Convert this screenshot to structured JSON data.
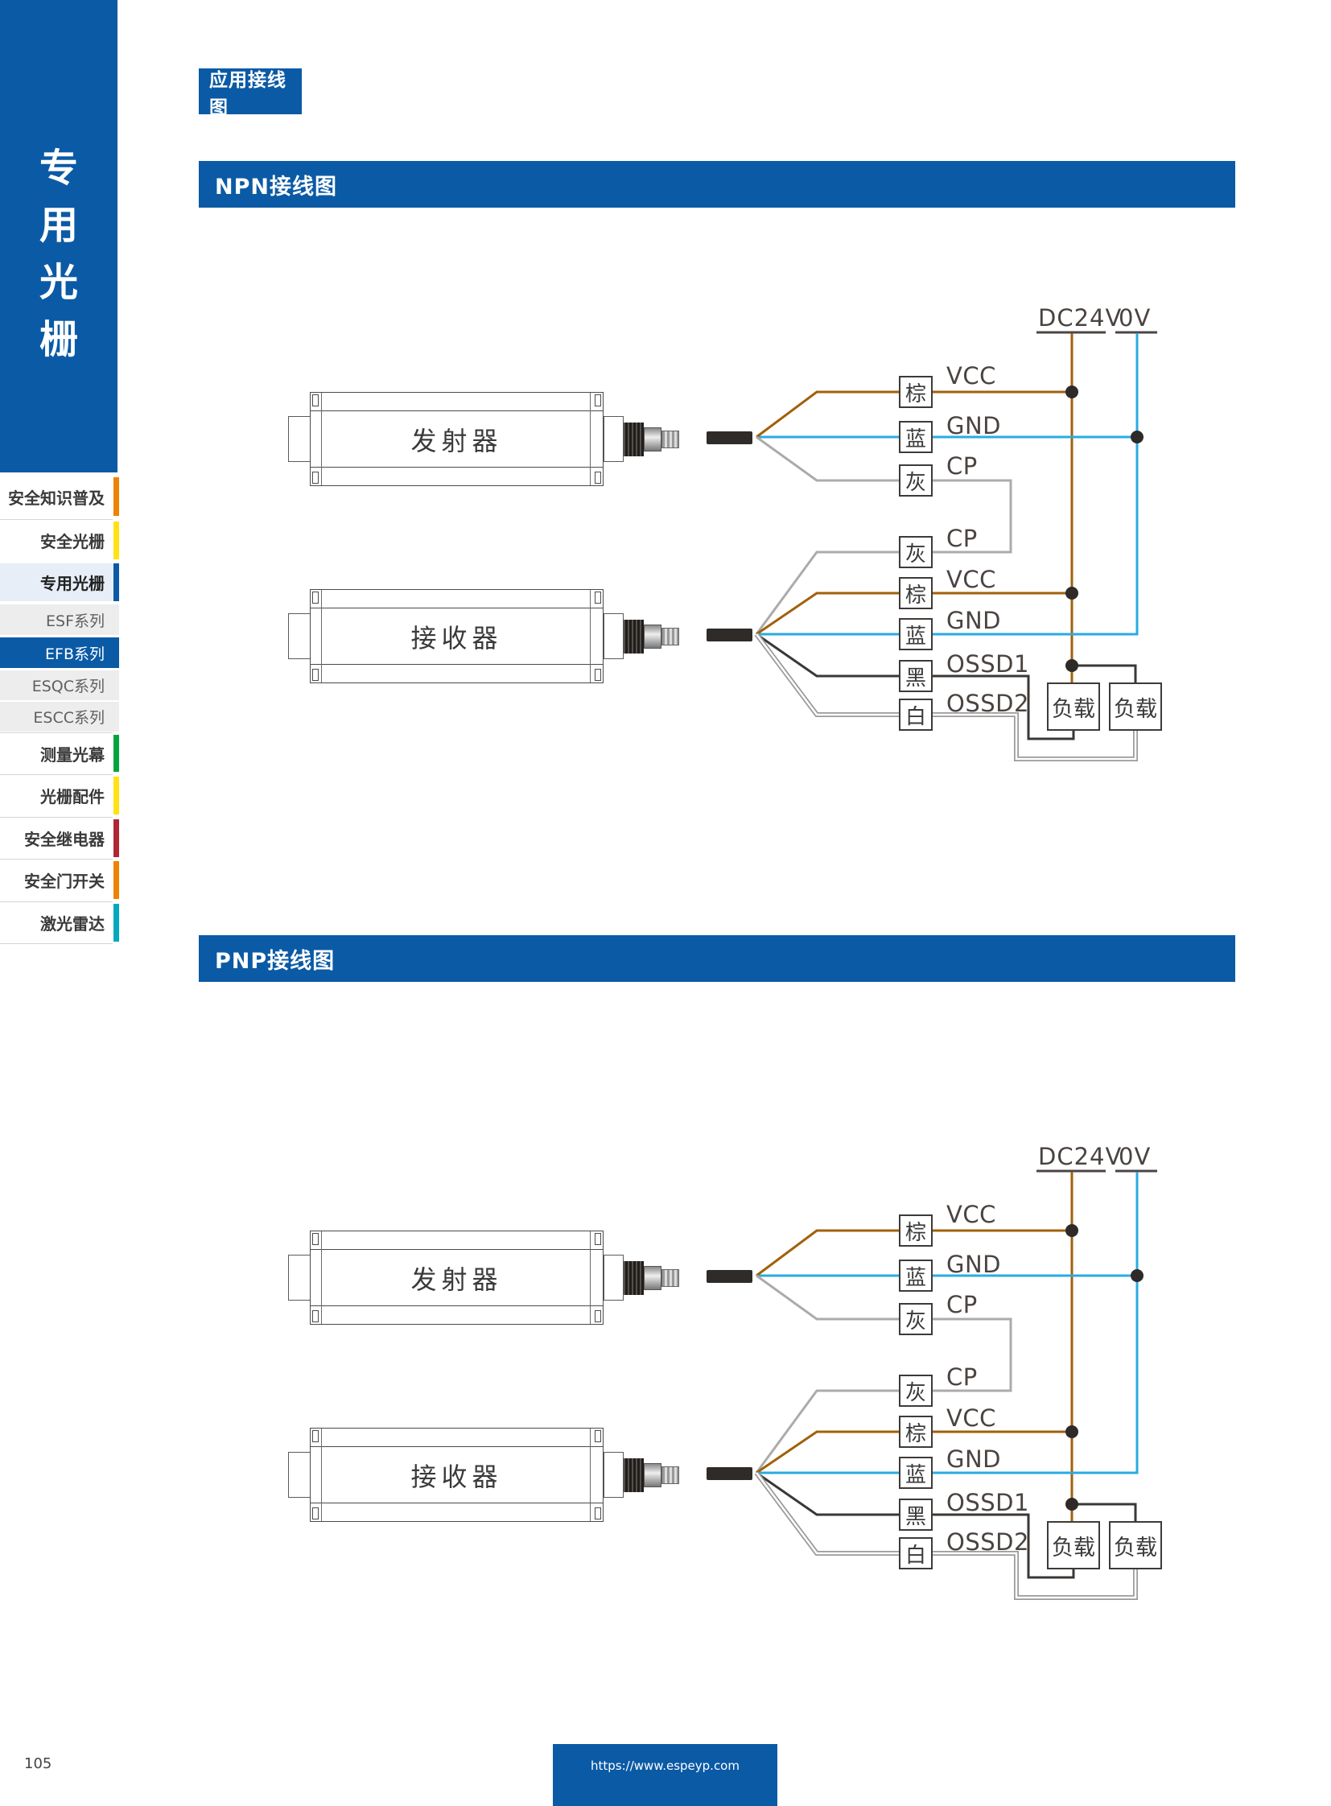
{
  "page": {
    "number": "105",
    "footer_url": "https://www.espeyp.com"
  },
  "badges": {
    "page_tag": "应用接线图"
  },
  "sections": [
    {
      "title": "NPN接线图"
    },
    {
      "title": "PNP接线图"
    }
  ],
  "sidebar": {
    "vertical_title": [
      "专",
      "用",
      "光",
      "栅"
    ],
    "items": [
      {
        "label": "安全知识普及",
        "type": "cat",
        "bar": "#ef8200"
      },
      {
        "label": "安全光栅",
        "type": "cat",
        "bar": "#ffe215"
      },
      {
        "label": "专用光栅",
        "type": "cat-active",
        "bar": "#0b5aa5"
      },
      {
        "label": "ESF系列",
        "type": "sub",
        "bar": ""
      },
      {
        "label": "EFB系列",
        "type": "sub-active",
        "bar": ""
      },
      {
        "label": "ESQC系列",
        "type": "sub",
        "bar": ""
      },
      {
        "label": "ESCC系列",
        "type": "sub",
        "bar": ""
      },
      {
        "label": "测量光幕",
        "type": "cat",
        "bar": "#00a53c"
      },
      {
        "label": "光栅配件",
        "type": "cat",
        "bar": "#ffe215"
      },
      {
        "label": "安全继电器",
        "type": "cat",
        "bar": "#b02633"
      },
      {
        "label": "安全门开关",
        "type": "cat",
        "bar": "#ef8200"
      },
      {
        "label": "激光雷达",
        "type": "cat",
        "bar": "#00a9be"
      }
    ]
  },
  "diagram": {
    "transmitter_label": "发射器",
    "receiver_label": "接收器",
    "load_label": "负载",
    "power_positive": "DC24V",
    "power_negative": "0V",
    "tx_wires": [
      {
        "color_name": "棕",
        "signal": "VCC"
      },
      {
        "color_name": "蓝",
        "signal": "GND"
      },
      {
        "color_name": "灰",
        "signal": "CP"
      }
    ],
    "rx_wires": [
      {
        "color_name": "灰",
        "signal": "CP"
      },
      {
        "color_name": "棕",
        "signal": "VCC"
      },
      {
        "color_name": "蓝",
        "signal": "GND"
      },
      {
        "color_name": "黑",
        "signal": "OSSD1"
      },
      {
        "color_name": "白",
        "signal": "OSSD2"
      }
    ],
    "wire_colors": {
      "brown": "#a2600a",
      "blue": "#29abe2",
      "gray": "#ababab",
      "black": "#3b3735",
      "white_edge": "#9a9a9a",
      "rail_mark": "#4b4645"
    },
    "accent_blue": "#0b5aa5"
  }
}
